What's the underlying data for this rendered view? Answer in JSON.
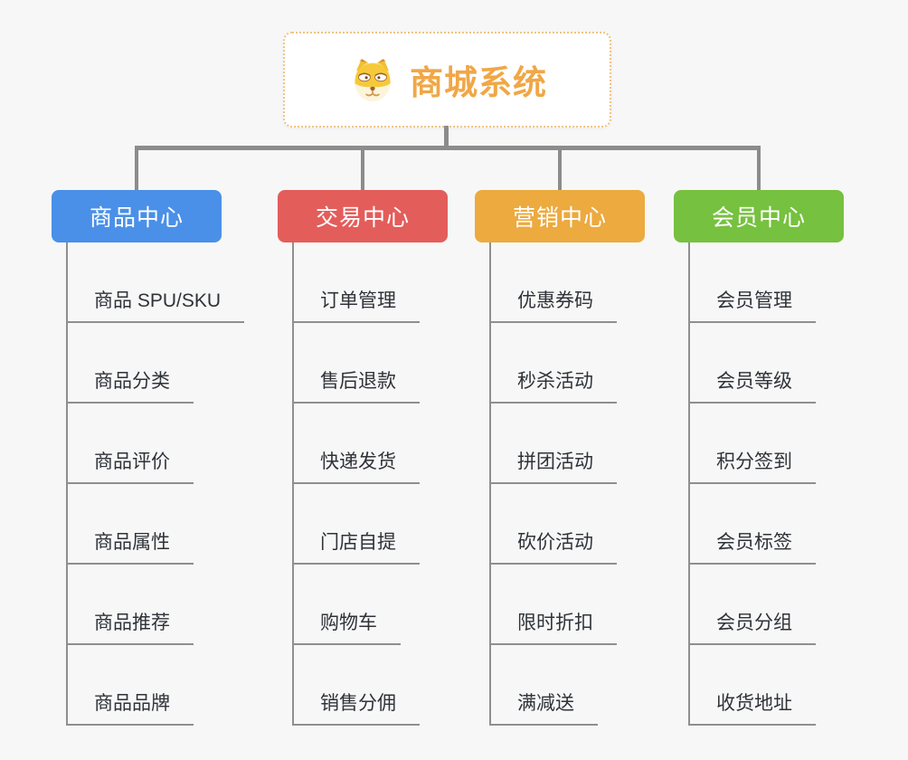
{
  "canvas": {
    "background": "#f7f7f7",
    "connector_color": "#8c8c8c"
  },
  "root": {
    "icon": "shiba-dog-icon",
    "title": "商城系统",
    "title_color": "#f0a747",
    "border_color": "#eec383"
  },
  "branches": [
    {
      "label": "商品中心",
      "color": "#4a90e8",
      "children": [
        "商品 SPU/SKU",
        "商品分类",
        "商品评价",
        "商品属性",
        "商品推荐",
        "商品品牌"
      ]
    },
    {
      "label": "交易中心",
      "color": "#e35d5b",
      "children": [
        "订单管理",
        "售后退款",
        "快递发货",
        "门店自提",
        "购物车",
        "销售分佣"
      ]
    },
    {
      "label": "营销中心",
      "color": "#ecaa3f",
      "children": [
        "优惠券码",
        "秒杀活动",
        "拼团活动",
        "砍价活动",
        "限时折扣",
        "满减送"
      ]
    },
    {
      "label": "会员中心",
      "color": "#76c13f",
      "children": [
        "会员管理",
        "会员等级",
        "积分签到",
        "会员标签",
        "会员分组",
        "收货地址"
      ]
    }
  ]
}
